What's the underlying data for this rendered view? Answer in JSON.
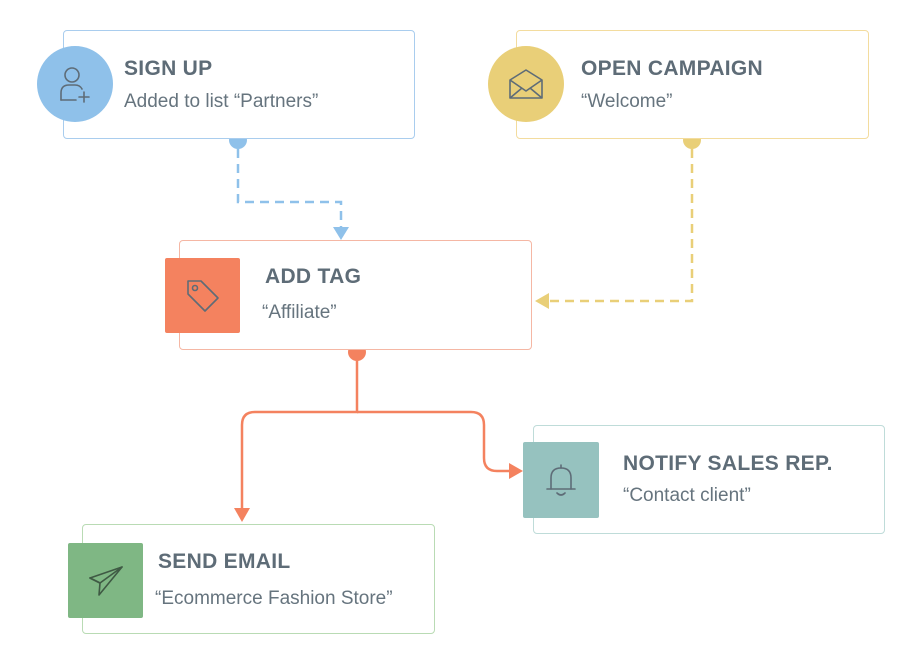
{
  "nodes": {
    "signup": {
      "title": "SIGN UP",
      "subtitle": "Added to list “Partners”",
      "icon": "add-user-icon",
      "color": "#8fc1ea"
    },
    "campaign": {
      "title": "OPEN CAMPAIGN",
      "subtitle": "“Welcome”",
      "icon": "envelope-icon",
      "color": "#e9cf78"
    },
    "addtag": {
      "title": "ADD TAG",
      "subtitle": "“Affiliate”",
      "icon": "tag-icon",
      "color": "#f4825f"
    },
    "notify": {
      "title": "NOTIFY SALES REP.",
      "subtitle": "“Contact client”",
      "icon": "bell-icon",
      "color": "#96c2bf"
    },
    "sendemail": {
      "title": "SEND EMAIL",
      "subtitle": "“Ecommerce Fashion Store”",
      "icon": "paper-plane-icon",
      "color": "#7fb784"
    }
  },
  "connectors": {
    "signup_to_addtag": {
      "style": "dashed",
      "color": "#8fc1ea"
    },
    "campaign_to_addtag": {
      "style": "dashed",
      "color": "#e9cf78"
    },
    "addtag_to_sendemail": {
      "style": "solid",
      "color": "#f4825f"
    },
    "addtag_to_notify": {
      "style": "solid",
      "color": "#f4825f"
    }
  }
}
